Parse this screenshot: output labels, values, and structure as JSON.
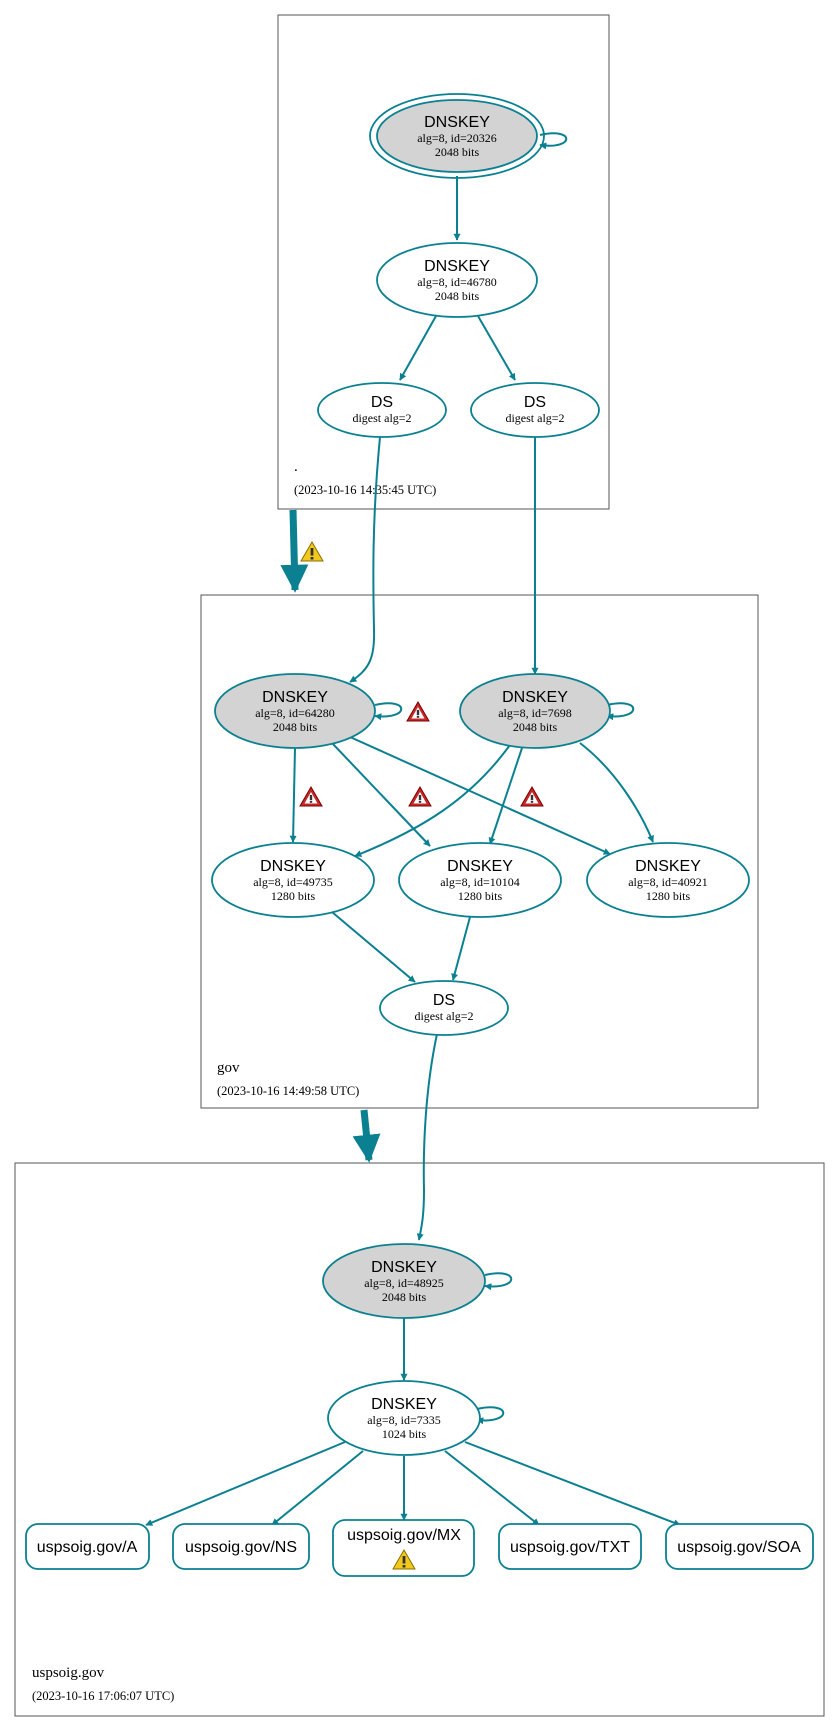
{
  "colors": {
    "edge": "#0a8090",
    "ksk_fill": "#d3d3d3",
    "warning": "#f2c81c",
    "error": "#c62828"
  },
  "zones": [
    {
      "id": "root",
      "name": ".",
      "timestamp": "(2023-10-16 14:35:45 UTC)"
    },
    {
      "id": "gov",
      "name": "gov",
      "timestamp": "(2023-10-16 14:49:58 UTC)"
    },
    {
      "id": "uspsoig",
      "name": "uspsoig.gov",
      "timestamp": "(2023-10-16 17:06:07 UTC)"
    }
  ],
  "nodes": {
    "root_ksk": {
      "title": "DNSKEY",
      "line1": "alg=8, id=20326",
      "line2": "2048 bits"
    },
    "root_zsk": {
      "title": "DNSKEY",
      "line1": "alg=8, id=46780",
      "line2": "2048 bits"
    },
    "root_ds1": {
      "title": "DS",
      "line1": "digest alg=2"
    },
    "root_ds2": {
      "title": "DS",
      "line1": "digest alg=2"
    },
    "gov_ksk1": {
      "title": "DNSKEY",
      "line1": "alg=8, id=64280",
      "line2": "2048 bits"
    },
    "gov_ksk2": {
      "title": "DNSKEY",
      "line1": "alg=8, id=7698",
      "line2": "2048 bits"
    },
    "gov_zsk1": {
      "title": "DNSKEY",
      "line1": "alg=8, id=49735",
      "line2": "1280 bits"
    },
    "gov_zsk2": {
      "title": "DNSKEY",
      "line1": "alg=8, id=10104",
      "line2": "1280 bits"
    },
    "gov_zsk3": {
      "title": "DNSKEY",
      "line1": "alg=8, id=40921",
      "line2": "1280 bits"
    },
    "gov_ds": {
      "title": "DS",
      "line1": "digest alg=2"
    },
    "usp_ksk": {
      "title": "DNSKEY",
      "line1": "alg=8, id=48925",
      "line2": "2048 bits"
    },
    "usp_zsk": {
      "title": "DNSKEY",
      "line1": "alg=8, id=7335",
      "line2": "1024 bits"
    }
  },
  "records": [
    {
      "id": "rr_a",
      "label": "uspsoig.gov/A"
    },
    {
      "id": "rr_ns",
      "label": "uspsoig.gov/NS"
    },
    {
      "id": "rr_mx",
      "label": "uspsoig.gov/MX",
      "warning": true
    },
    {
      "id": "rr_txt",
      "label": "uspsoig.gov/TXT"
    },
    {
      "id": "rr_soa",
      "label": "uspsoig.gov/SOA"
    }
  ]
}
